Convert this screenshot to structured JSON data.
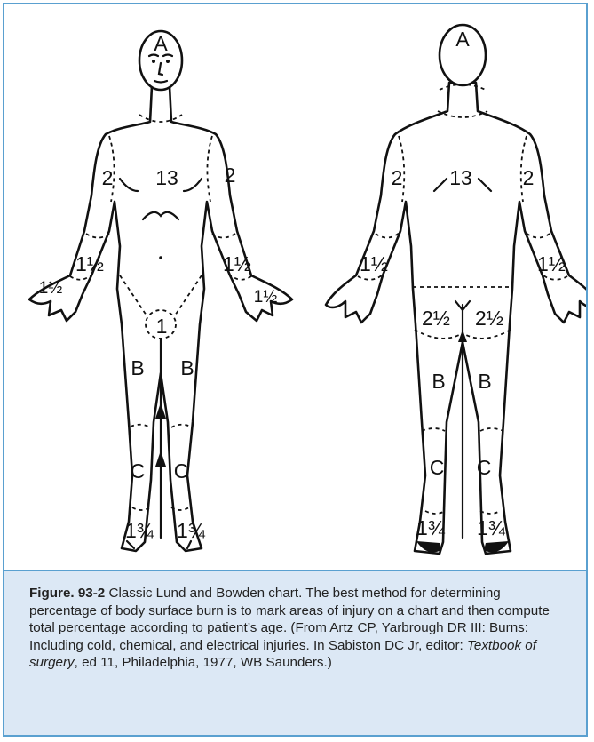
{
  "figure": {
    "front": {
      "head": "A",
      "trunk": "13",
      "upper_arm_left": "2",
      "upper_arm_right": "2",
      "forearm_left": "1½",
      "forearm_right": "1½",
      "hand_left": "1½",
      "hand_right": "1½",
      "genitals": "1",
      "thigh_left": "B",
      "thigh_right": "B",
      "leg_left": "C",
      "leg_right": "C",
      "foot_left": "1¾",
      "foot_right": "1¾"
    },
    "back": {
      "head": "A",
      "trunk": "13",
      "upper_arm_left": "2",
      "upper_arm_right": "2",
      "forearm_left": "1½",
      "forearm_right": "1½",
      "buttock_left": "2½",
      "buttock_right": "2½",
      "thigh_left": "B",
      "thigh_right": "B",
      "leg_left": "C",
      "leg_right": "C",
      "foot_left": "1¾",
      "foot_right": "1¾"
    }
  },
  "caption": {
    "label": "Figure. 93-2",
    "text_1": " Classic Lund and Bowden chart. The best method for determining percentage of body surface burn is to mark areas of injury on a chart and then compute total percentage according to patient’s age. (From Artz CP, Yarbrough DR III: Burns: Including cold, chemical, and electrical injuries. In Sabiston DC Jr, editor: ",
    "book_title": "Textbook of surgery",
    "text_2": ", ed 11, Philadelphia, 1977, WB Saunders.)"
  },
  "colors": {
    "frame_border": "#5aa0d0",
    "caption_background": "#dce8f5"
  }
}
